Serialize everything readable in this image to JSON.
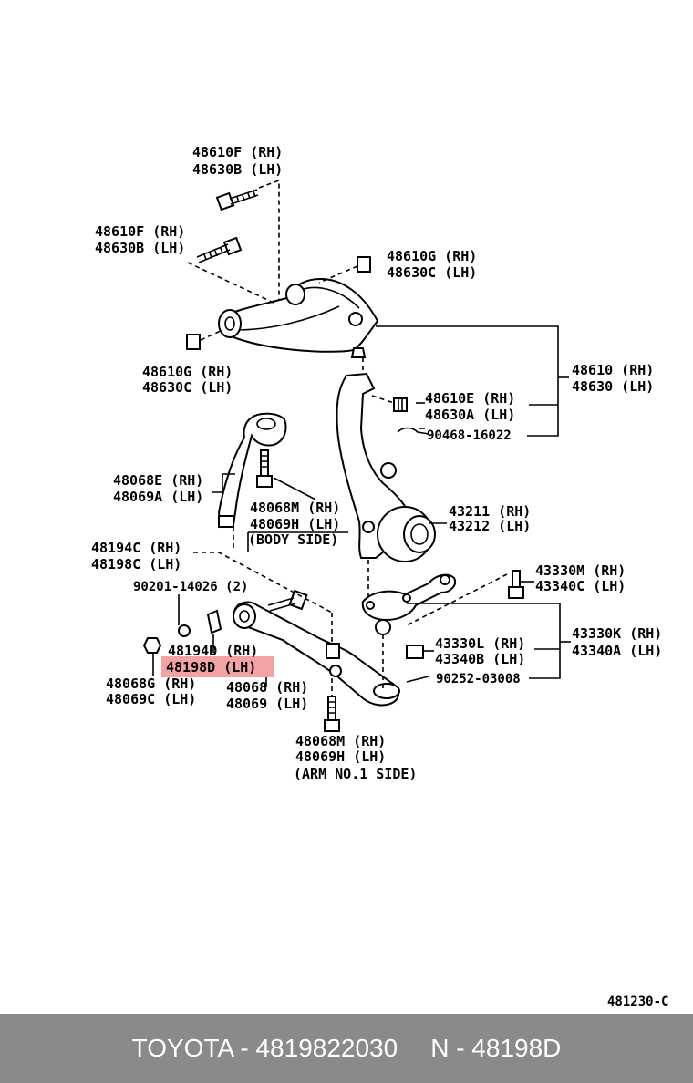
{
  "diagram_code": "481230-C",
  "highlighted_part": "48198D (LH)",
  "labels": {
    "bolt_top_rh": "48610F (RH)",
    "bolt_top_lh": "48630B (LH)",
    "bolt_mid_rh": "48610F (RH)",
    "bolt_mid_lh": "48630B (LH)",
    "nut_upper_rh": "48610G (RH)",
    "nut_upper_lh": "48630C (LH)",
    "nut_lower_rh": "48610G (RH)",
    "nut_lower_lh": "48630C (LH)",
    "upper_arm_rh": "48610 (RH)",
    "upper_arm_lh": "48630 (LH)",
    "castle_nut_rh": "48610E (RH)",
    "castle_nut_lh": "48630A (LH)",
    "cotter_pin_a": "90468-16022",
    "strut_rod_rh": "48068E (RH)",
    "strut_rod_lh": "48069A (LH)",
    "bolt_body_rh": "48068M (RH)",
    "bolt_body_lh": "48069H (LH)",
    "body_side": "(BODY SIDE)",
    "knuckle_rh": "43211 (RH)",
    "knuckle_lh": "43212 (LH)",
    "bush_rh": "48194C (RH)",
    "bush_lh": "48198C (LH)",
    "washer": "90201-14026 (2)",
    "ball_bolt_rh": "43330M (RH)",
    "ball_bolt_lh": "43340C (LH)",
    "small_bush_rh": "48194D (RH)",
    "small_bush_lh": "48198D (LH)",
    "nut_arm_rh": "48068G (RH)",
    "nut_arm_lh": "48069C (LH)",
    "lower_arm_rh": "48068 (RH)",
    "lower_arm_lh": "48069 (LH)",
    "ball_nut_rh": "43330L (RH)",
    "ball_nut_lh": "43340B (LH)",
    "ball_joint_rh": "43330K (RH)",
    "ball_joint_lh": "43340A (LH)",
    "cotter_pin_b": "90252-03008",
    "bolt_arm_rh": "48068M (RH)",
    "bolt_arm_lh": "48069H (LH)",
    "arm_side": "(ARM NO.1 SIDE)"
  },
  "footer": {
    "brand_part": "TOYOTA - 4819822030",
    "n_code": "N - 48198D"
  },
  "colors": {
    "highlight": "#f3a3a6",
    "footer_bg": "#8a8a8a"
  }
}
